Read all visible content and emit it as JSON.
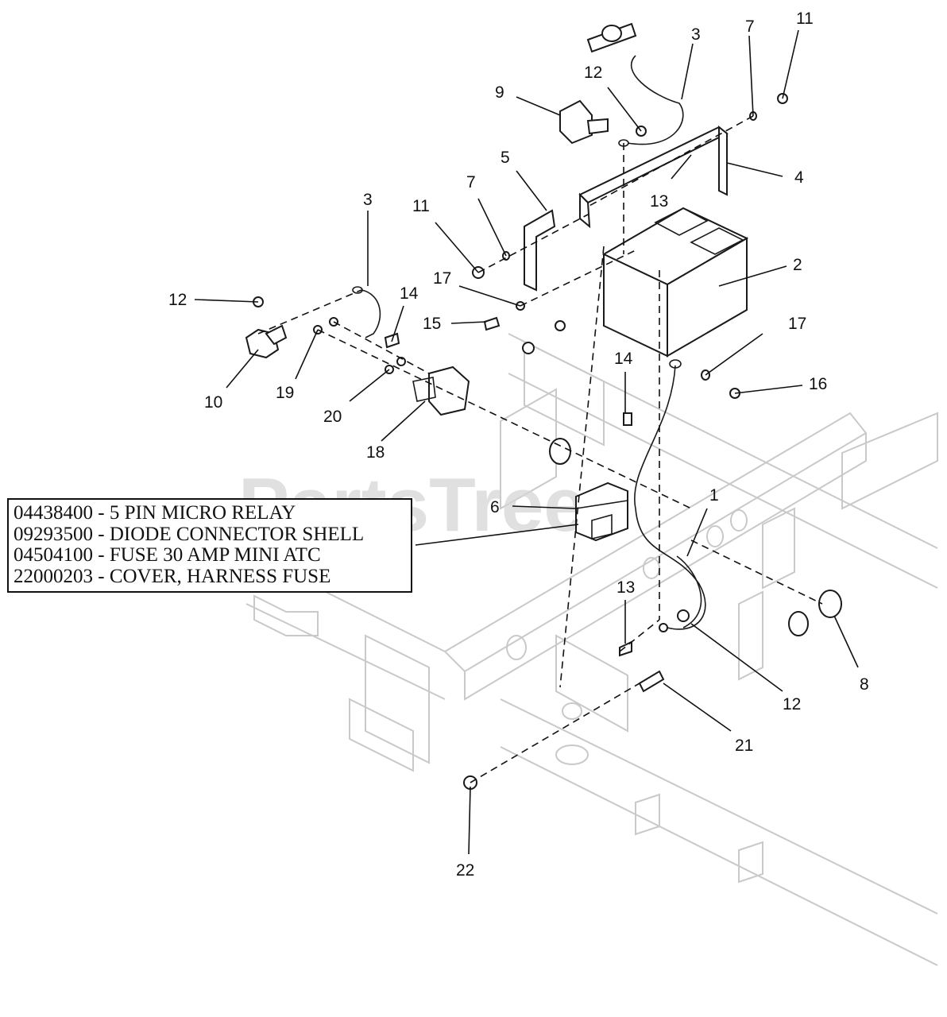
{
  "watermark": "PartsTree",
  "callouts": [
    "1",
    "2",
    "3",
    "3",
    "4",
    "5",
    "6",
    "7",
    "7",
    "8",
    "9",
    "10",
    "11",
    "11",
    "12",
    "12",
    "12",
    "12",
    "13",
    "13",
    "14",
    "14",
    "15",
    "16",
    "17",
    "17",
    "18",
    "19",
    "20",
    "21",
    "22"
  ],
  "legend": {
    "lines": [
      "04438400 - 5 PIN MICRO RELAY",
      "09293500 - DIODE CONNECTOR SHELL",
      "04504100 - FUSE 30 AMP MINI ATC",
      "22000203 - COVER, HARNESS FUSE"
    ]
  },
  "colors": {
    "line": "#1a1a1a",
    "frame": "#c9c9c9",
    "watermark": "#d6d6d6"
  }
}
